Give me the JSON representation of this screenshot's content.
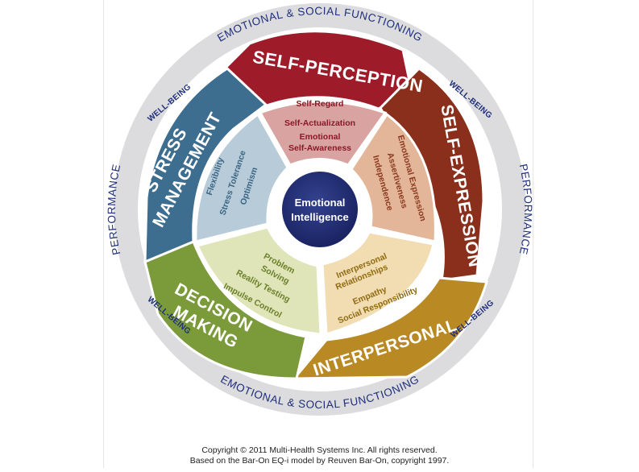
{
  "outer_ring": {
    "top": "EMOTIONAL & SOCIAL FUNCTIONING",
    "bottom": "EMOTIONAL & SOCIAL FUNCTIONING",
    "left": "PERFORMANCE",
    "right": "PERFORMANCE",
    "wellbeing": "WELL-BEING"
  },
  "center": {
    "line1": "Emotional",
    "line2": "Intelligence",
    "color": "#1f2a6e"
  },
  "segments": {
    "self_perception": {
      "title": "SELF-PERCEPTION",
      "color": "#9e1c2a",
      "inner_color": "#d9a3a1",
      "items": [
        "Self-Regard",
        "Self-Actualization",
        "Emotional",
        "Self-Awareness"
      ]
    },
    "self_expression": {
      "title": "SELF-EXPRESSION",
      "color": "#8b2f1d",
      "inner_color": "#e3b69a",
      "items": [
        "Emotional Expression",
        "Assertiveness",
        "Independence"
      ]
    },
    "interpersonal": {
      "title": "INTERPERSONAL",
      "color": "#b98a23",
      "inner_color": "#f1ddb1",
      "items": [
        "Interpersonal",
        "Relationships",
        "Empathy",
        "Social Responsibility"
      ]
    },
    "decision_making": {
      "title_line1": "DECISION",
      "title_line2": "MAKING",
      "color": "#7b9a3a",
      "inner_color": "#dfe5b8",
      "items": [
        "Problem",
        "Solving",
        "Reality Testing",
        "Impulse Control"
      ]
    },
    "stress_management": {
      "title_line1": "STRESS",
      "title_line2": "MANAGEMENT",
      "color": "#3d6e8f",
      "inner_color": "#b8cbd8",
      "items": [
        "Flexibility",
        "Stress Tolerance",
        "Optimism"
      ]
    }
  },
  "copyright": {
    "line1": "Copyright © 2011 Multi-Health Systems Inc. All rights reserved.",
    "line2": "Based on the Bar-On EQ-i model by Reuven Bar-On, copyright 1997."
  }
}
